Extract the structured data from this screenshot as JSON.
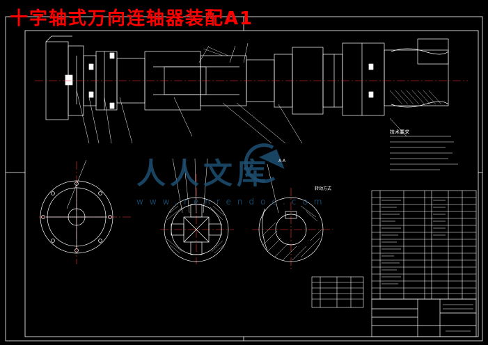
{
  "title": "十字轴式万向连轴器装配A1",
  "watermark": {
    "brand": "人人文库",
    "url": "www.renrendoc.com",
    "color": "#1d4f72"
  },
  "labels": {
    "tech_requirements": "技术要求",
    "rotation_note": "转动方式",
    "section_label": "A-A"
  },
  "colors": {
    "background": "#000000",
    "lines": "#ffffff",
    "title": "#ff0000",
    "centerline": "#ff3030"
  }
}
